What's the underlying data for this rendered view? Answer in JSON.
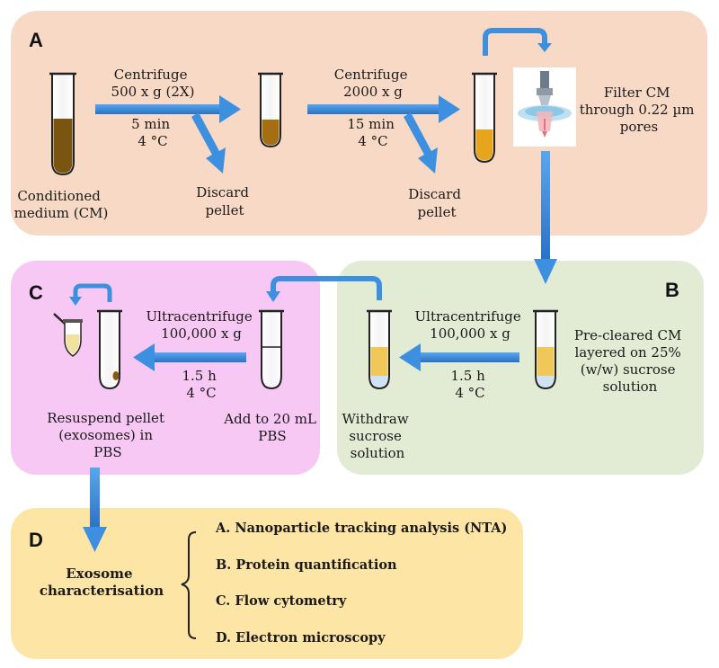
{
  "panels": {
    "a": {
      "letter": "A",
      "color": "#f8d9c6",
      "cm_label": [
        "Conditioned",
        "medium (CM)"
      ],
      "spin1_top": [
        "Centrifuge",
        "500 x g (2X)"
      ],
      "spin1_bottom": [
        "5 min",
        "4 °C"
      ],
      "discard1": [
        "Discard",
        "pellet"
      ],
      "spin2_top": [
        "Centrifuge",
        "2000 x g"
      ],
      "spin2_bottom": [
        "15 min",
        "4 °C"
      ],
      "discard2": [
        "Discard",
        "pellet"
      ],
      "filter_label": [
        "Filter CM",
        "through 0.22 µm",
        "pores"
      ]
    },
    "b": {
      "letter": "B",
      "color": "#e2ebd3",
      "precleared": [
        "Pre-cleared CM",
        "layered on 25%",
        "(w/w) sucrose",
        "solution"
      ],
      "spin_top": [
        "Ultracentrifuge",
        "100,000 x g"
      ],
      "spin_bottom": [
        "1.5 h",
        "4 °C"
      ],
      "withdraw": [
        "Withdraw",
        "sucrose",
        "solution"
      ]
    },
    "c": {
      "letter": "C",
      "color": "#f7c8f4",
      "add": [
        "Add to 20 mL",
        "PBS"
      ],
      "spin_top": [
        "Ultracentrifuge",
        "100,000 x g"
      ],
      "spin_bottom": [
        "1.5 h",
        "4 °C"
      ],
      "resuspend": [
        "Resuspend pellet",
        "(exosomes) in",
        "PBS"
      ]
    },
    "d": {
      "letter": "D",
      "color": "#fde5a6",
      "title": [
        "Exosome",
        "characterisation"
      ],
      "items": [
        "A.  Nanoparticle tracking analysis (NTA)",
        "B.  Protein quantification",
        "C.  Flow cytometry",
        "D.  Electron microscopy"
      ]
    }
  },
  "colors": {
    "arrow": "#3d8fe0",
    "arrow_dark": "#2a72c4",
    "dark_medium": "#7a5510",
    "medium_brown": "#a36f12",
    "amber": "#e6a51c",
    "sucrose_yellow": "#f0c85a",
    "sucrose_blue": "#cfe3f5"
  }
}
